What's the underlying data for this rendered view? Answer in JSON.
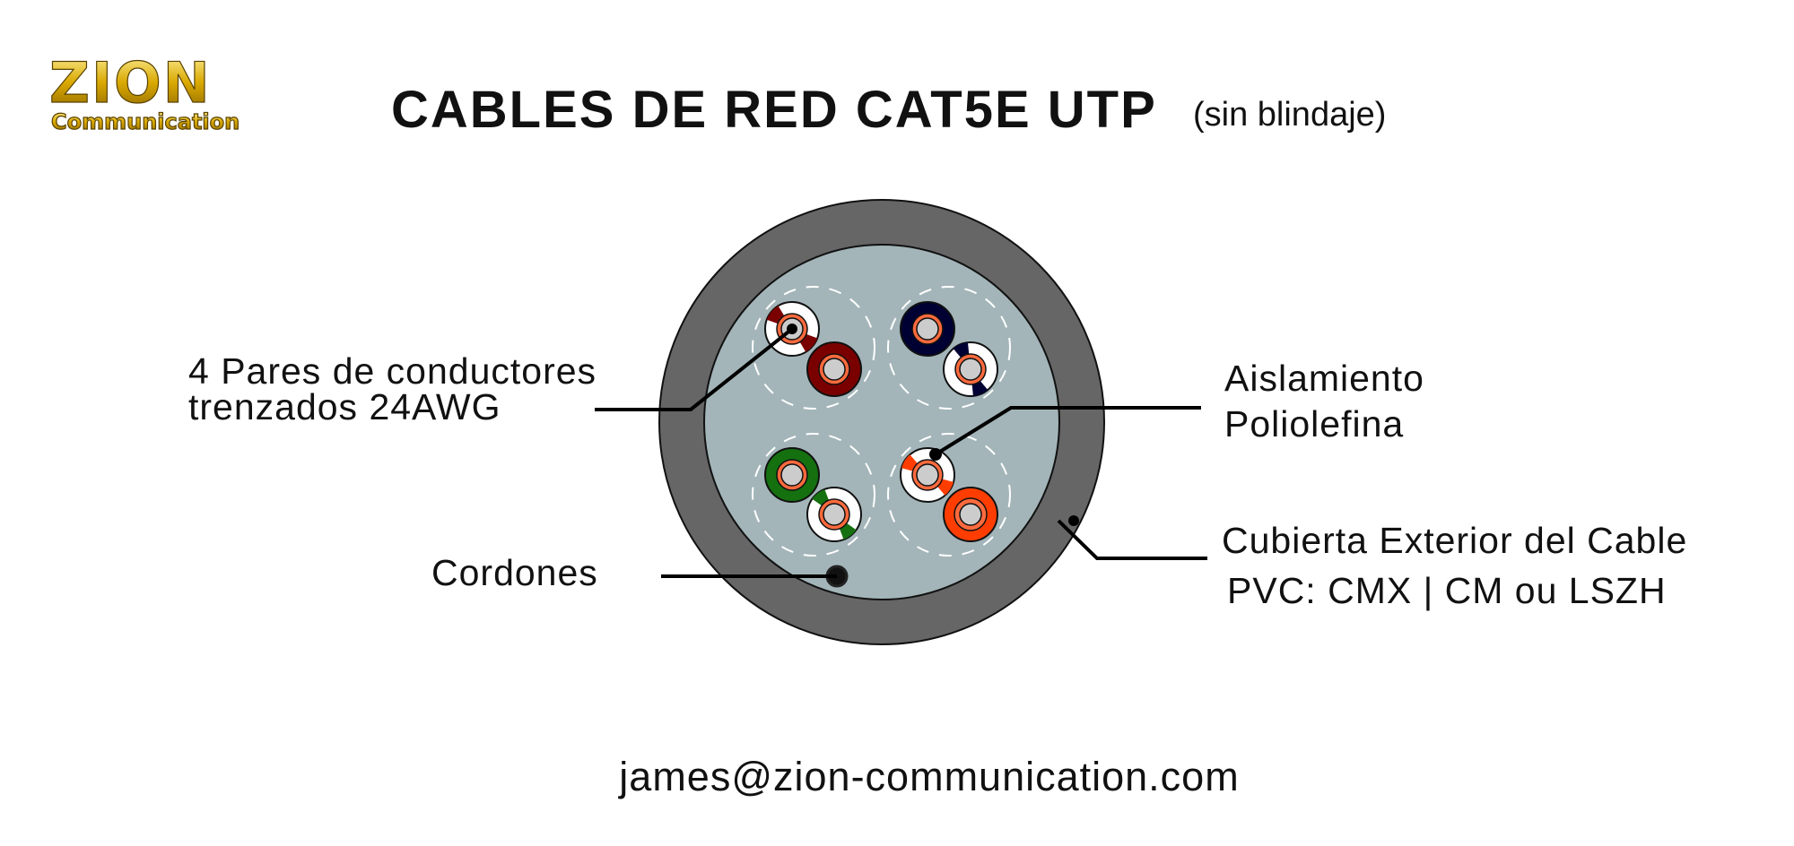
{
  "logo": {
    "brand": "ZION",
    "sub": "Communication"
  },
  "title": {
    "main": "CABLES DE RED CAT5E UTP",
    "note": "(sin blindaje)"
  },
  "labels": {
    "pairs": [
      "4 Pares de conductores",
      "trenzados 24AWG"
    ],
    "cords": "Cordones",
    "insulation": [
      "Aislamiento",
      "Poliolefina"
    ],
    "jacket": [
      "Cubierta Exterior del Cable",
      "PVC: CMX | CM ou LSZH"
    ]
  },
  "email": "james@zion-communication.com",
  "colors": {
    "jacket": "#666666",
    "core": "#a3b5b9",
    "brown": "#7a0000",
    "blue": "#000033",
    "green": "#157010",
    "orange": "#ff3d00",
    "conductor_ring": "#ff6a3d",
    "conductor_core": "#cccccc"
  }
}
